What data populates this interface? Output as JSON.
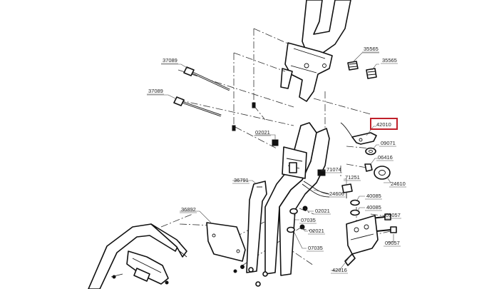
{
  "labels": {
    "l37089a": "37089",
    "l37089b": "37089",
    "l35565a": "35565",
    "l35565b": "35565",
    "l42010": "42010",
    "l09071": "09071",
    "l06416": "06416",
    "l24610": "24610",
    "l02021a": "02021",
    "l71074": "71074",
    "l71251": "71251",
    "l36791": "36791",
    "l24606": "24606",
    "l40085a": "40085",
    "l40085b": "40085",
    "l09057a": "09057",
    "l09057b": "09057",
    "l36892": "36892",
    "l02021b": "02021",
    "l07035a": "07035",
    "l02021c": "02021",
    "l07035b": "07035",
    "l42016": "42016"
  },
  "highlight_color": "#c0202a"
}
